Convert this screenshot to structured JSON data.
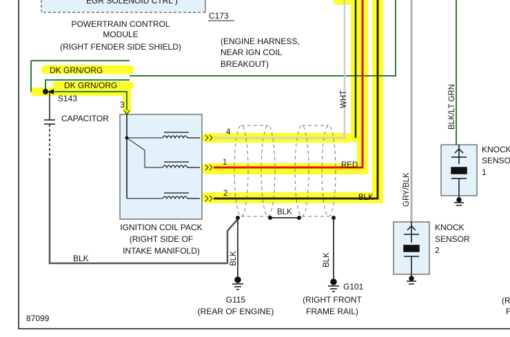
{
  "labels": {
    "egr_partial": "EGR SOLENOID CTRL )",
    "c173": "C173",
    "pcm_1": "POWERTRAIN CONTROL",
    "pcm_2": "MODULE",
    "pcm_3": "(RIGHT FENDER SIDE SHIELD)",
    "eng_1": "(ENGINE HARNESS,",
    "eng_2": "NEAR IGN COIL",
    "eng_3": "BREAKOUT)",
    "dkgrn_org_1": "DK GRN/ORG",
    "dkgrn_org_2": "DK GRN/ORG",
    "s143": "S143",
    "pin3": "3",
    "capacitor": "CAPACITOR",
    "wht": "WHT",
    "pin4": "4",
    "pin1": "1",
    "pin2": "2",
    "red": "RED",
    "blk_a": "BLK",
    "blk_b": "BLK",
    "blk_left": "BLK",
    "blk_g115": "BLK",
    "blk_g101": "BLK",
    "gry_blk": "GRY/BLK",
    "blk_lt_grn": "BLK/LT GRN",
    "coil_1": "IGNITION COIL PACK",
    "coil_2": "(RIGHT SIDE OF",
    "coil_3": "INTAKE MANIFOLD)",
    "knock1_1": "KNOCK",
    "knock1_2": "SENSOR",
    "knock1_3": "1",
    "knock2_1": "KNOCK",
    "knock2_2": "SENSOR",
    "knock2_3": "2",
    "g115_1": "G115",
    "g115_2": "(REAR OF ENGINE)",
    "g101_tag": "G101",
    "g101_1": "(RIGHT FRONT",
    "g101_2": "FRAME RAIL)",
    "right_1": "(R",
    "right_2": "F",
    "fig_num": "87099"
  },
  "colors": {
    "highlight": "#fdfd2e",
    "green_wire": "#2e7d32",
    "red_wire": "#e81010",
    "black_wire": "#222222",
    "gray_wire": "#b0b0b0",
    "module_fill": "#e3f1fb"
  }
}
